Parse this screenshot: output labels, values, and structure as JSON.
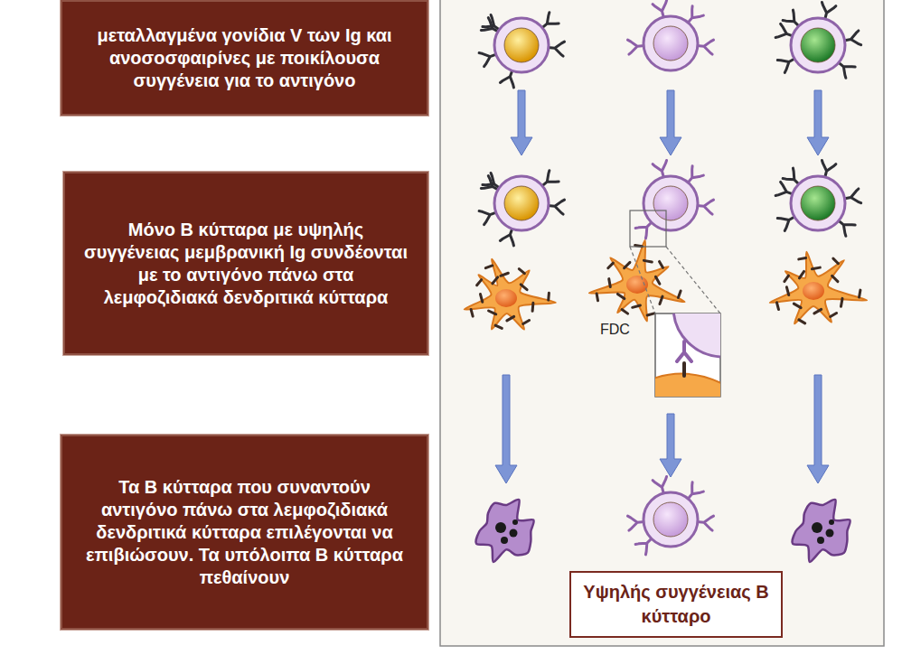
{
  "diagram": {
    "nodes": [
      {
        "text": [
          "μεταλλαγμένα γονίδια V των Ig και ανοσοσφαιρίνες με ποικίλουσα συγγένεια για το αντιγόνο"
        ]
      },
      {
        "text": [
          "Μόνο Β κύτταρα με υψηλής συγγένειας μεμβρανική Ig συνδέονται με το αντιγόνο πάνω στα λεμφοζιδιακά δενδριτικά κύτταρα"
        ]
      },
      {
        "text": [
          "Τα Β κύτταρα που συναντούν αντιγόνο πάνω στα λεμφοζιδιακά δενδριτικά κύτταρα επιλέγονται να επιβιώσουν. Τα υπόλοιπα Β κύτταρα πεθαίνουν"
        ]
      },
      {
        "text": [
          "Υψηλής συγγένειας Β κύτταρο"
        ]
      }
    ],
    "labels": [
      "FDC"
    ]
  }
}
